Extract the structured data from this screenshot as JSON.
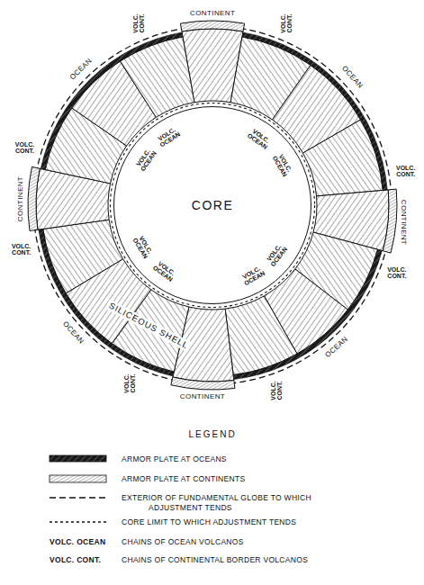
{
  "diagram": {
    "nodes": [
      {
        "text": [
          "CORE"
        ]
      }
    ],
    "labels": [
      "CONTINENT",
      "CONTINENT",
      "CONTINENT",
      "CONTINENT",
      "OCEAN",
      "OCEAN",
      "OCEAN",
      "OCEAN",
      "VOLC. CONT.",
      "VOLC. CONT.",
      "VOLC. CONT.",
      "VOLC. CONT.",
      "VOLC. CONT.",
      "VOLC. CONT.",
      "VOLC. CONT.",
      "VOLC. CONT.",
      "VOLC. OCEAN",
      "VOLC. OCEAN",
      "VOLC. OCEAN",
      "VOLC. OCEAN",
      "VOLC. OCEAN",
      "VOLC. OCEAN",
      "VOLC. OCEAN",
      "VOLC. OCEAN",
      "SILICEOUS SHELL",
      "LEGEND",
      "VOLC. OCEAN",
      "VOLC. CONT."
    ],
    "legend": [
      {
        "text": "ARMOR PLATE AT OCEANS"
      },
      {
        "text": "ARMOR PLATE AT CONTINENTS"
      },
      {
        "text": "EXTERIOR OF FUNDAMENTAL GLOBE TO WHICH ADJUSTMENT TENDS"
      },
      {
        "text": "CORE LIMIT TO WHICH ADJUSTMENT TENDS"
      },
      {
        "text": "CHAINS OF OCEAN VOLCANOS"
      },
      {
        "text": "CHAINS OF CONTINENTAL BORDER VOLCANOS"
      }
    ]
  }
}
